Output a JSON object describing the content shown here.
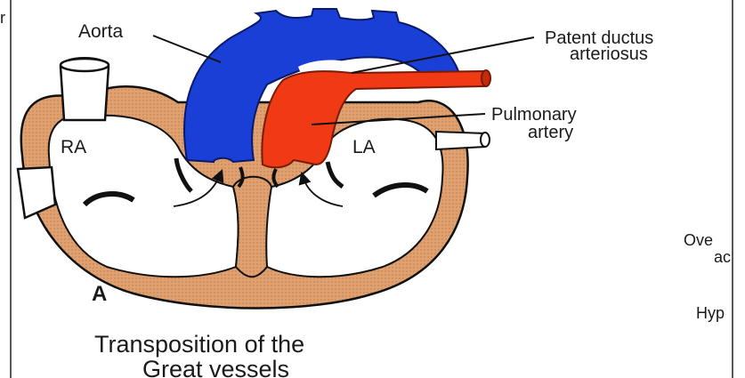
{
  "labels": {
    "aorta": "Aorta",
    "ductus_line1": "Patent ductus",
    "ductus_line2": "arteriosus",
    "pulmonary_line1": "Pulmonary",
    "pulmonary_line2": "artery",
    "right_atrium": "RA",
    "left_atrium": "LA",
    "panel_letter": "A",
    "title_line1": "Transposition of the",
    "title_line2": "Great vessels",
    "edge_over": "Ove",
    "edge_ac": "ac",
    "edge_hyp": "Hyp",
    "edge_r": "r"
  },
  "colors": {
    "aorta": "#1a3fd6",
    "pulmonary_artery": "#f03a14",
    "heart_wall": "#e0a070",
    "outline": "#111111",
    "background": "#ffffff"
  },
  "icons": {
    "blood_flow": "curved-arrow-icon"
  }
}
